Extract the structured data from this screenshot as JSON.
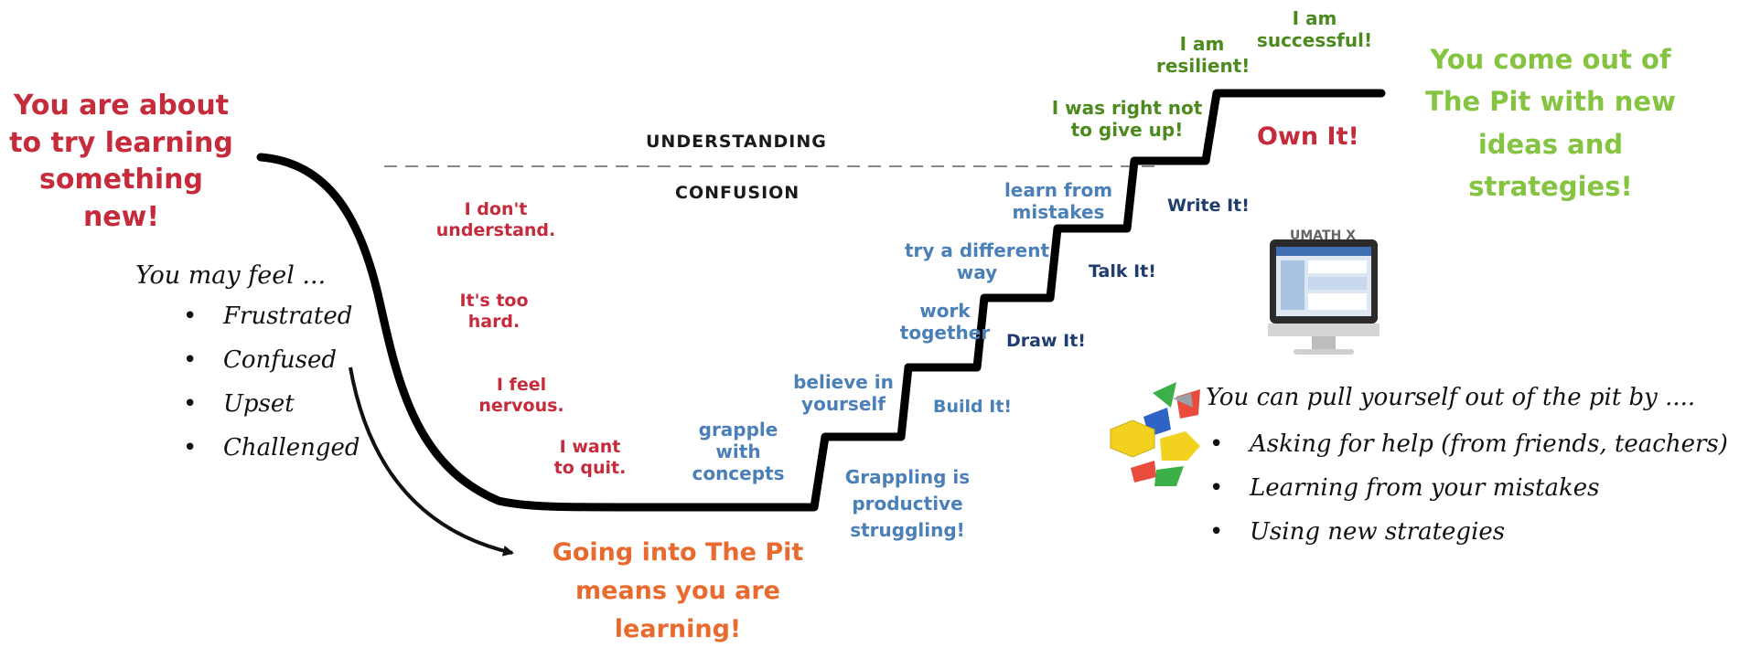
{
  "intro": "You are about to try learning something new!",
  "zones": {
    "upper": "UNDERSTANDING",
    "lower": "CONFUSION"
  },
  "feel": {
    "heading": "You may feel ...",
    "items": [
      "Frustrated",
      "Confused",
      "Upset",
      "Challenged"
    ]
  },
  "negative_thoughts": [
    "I don't understand.",
    "It's too hard.",
    "I feel nervous.",
    "I want to quit."
  ],
  "pit_message": "Going into The Pit means you are learning!",
  "grappling_note": "Grappling is productive struggling!",
  "climb_steps": [
    "grapple with concepts",
    "believe in yourself",
    "work together",
    "try a different way",
    "learn from mistakes"
  ],
  "process_steps": [
    "Build It!",
    "Draw It!",
    "Talk It!",
    "Write It!",
    "Own It!"
  ],
  "achievements": [
    "I was right not to give up!",
    "I am resilient!",
    "I am successful!"
  ],
  "outcome": "You come out of The Pit with new ideas and strategies!",
  "pull_out": {
    "heading": "You can pull yourself out of the pit by ....",
    "items": [
      "Asking for help (from friends, teachers)",
      "Learning from your mistakes",
      "Using new strategies"
    ]
  },
  "logo_text": "UMATH X",
  "colors": {
    "negative": "#c62b3c",
    "climb": "#4a7fb8",
    "process": "#1e3c6e",
    "achievement": "#4c8a1e",
    "outcome": "#84c441",
    "pit": "#e86a2e"
  }
}
